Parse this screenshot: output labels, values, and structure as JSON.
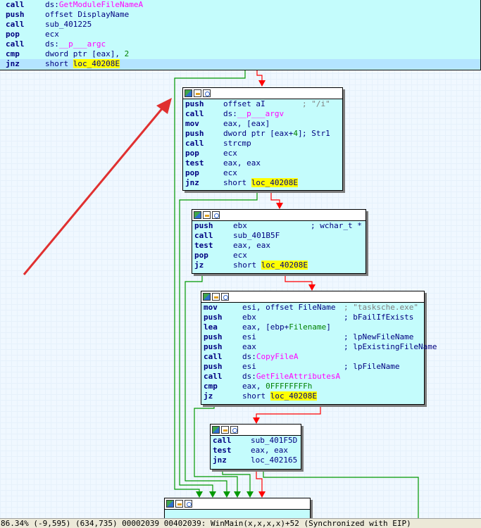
{
  "blocks": {
    "top": [
      {
        "mnemonic": "call",
        "operand": "ds:",
        "fn": "GetModuleFileNameA"
      },
      {
        "mnemonic": "push",
        "operand": "offset DisplayName"
      },
      {
        "mnemonic": "call",
        "operand": "sub_401225"
      },
      {
        "mnemonic": "pop",
        "operand": "ecx"
      },
      {
        "mnemonic": "call",
        "operand": "ds:",
        "fn": "__p___argc"
      },
      {
        "mnemonic": "cmp",
        "operand": "dword ptr [eax], ",
        "num": "2"
      },
      {
        "mnemonic": "jnz",
        "operand": "short ",
        "loc": "loc_40208E"
      }
    ],
    "b1": [
      {
        "mnemonic": "push",
        "operand": "offset aI",
        "comment": "; \"/i\""
      },
      {
        "mnemonic": "call",
        "operand": "ds:",
        "fn": "__p___argv"
      },
      {
        "mnemonic": "mov",
        "operand": "eax, [eax]"
      },
      {
        "mnemonic": "push",
        "operand": "dword ptr [eax+",
        "num": "4",
        "tail": "]",
        "comment": "; Str1"
      },
      {
        "mnemonic": "call",
        "operand": "strcmp"
      },
      {
        "mnemonic": "pop",
        "operand": "ecx"
      },
      {
        "mnemonic": "test",
        "operand": "eax, eax"
      },
      {
        "mnemonic": "pop",
        "operand": "ecx"
      },
      {
        "mnemonic": "jnz",
        "operand": "short ",
        "loc": "loc_40208E"
      }
    ],
    "b2": [
      {
        "mnemonic": "push",
        "operand": "ebx",
        "comment": "; wchar_t *"
      },
      {
        "mnemonic": "call",
        "operand": "sub_401B5F"
      },
      {
        "mnemonic": "test",
        "operand": "eax, eax"
      },
      {
        "mnemonic": "pop",
        "operand": "ecx"
      },
      {
        "mnemonic": "jz",
        "operand": "short ",
        "loc": "loc_40208E"
      }
    ],
    "b3": [
      {
        "mnemonic": "mov",
        "operand": "esi, offset FileName",
        "comment": "; \"tasksche.exe\""
      },
      {
        "mnemonic": "push",
        "operand": "ebx",
        "comment": "; bFailIfExists"
      },
      {
        "mnemonic": "lea",
        "operand": "eax, [ebp+",
        "num": "Filename",
        "tail": "]"
      },
      {
        "mnemonic": "push",
        "operand": "esi",
        "comment": "; lpNewFileName"
      },
      {
        "mnemonic": "push",
        "operand": "eax",
        "comment": "; lpExistingFileName"
      },
      {
        "mnemonic": "call",
        "operand": "ds:",
        "fn": "CopyFileA"
      },
      {
        "mnemonic": "push",
        "operand": "esi",
        "comment": "; lpFileName"
      },
      {
        "mnemonic": "call",
        "operand": "ds:",
        "fn": "GetFileAttributesA"
      },
      {
        "mnemonic": "cmp",
        "operand": "eax, ",
        "num": "0FFFFFFFFh"
      },
      {
        "mnemonic": "jz",
        "operand": "short ",
        "loc": "loc_40208E"
      }
    ],
    "b4": [
      {
        "mnemonic": "call",
        "operand": "sub_401F5D"
      },
      {
        "mnemonic": "test",
        "operand": "eax, eax"
      },
      {
        "mnemonic": "jnz",
        "operand": "loc_402165"
      }
    ]
  },
  "status": {
    "text": "86.34% (-9,595) (634,735) 00002039 00402039: WinMain(x,x,x,x)+52 (Synchronized with EIP)"
  },
  "colors": {
    "block_bg": "#c4fcfc",
    "edge_true": "#009900",
    "edge_false": "#ff0000",
    "annotation_arrow": "#e03030",
    "mnemonic": "#000080",
    "function": "#ff00ff",
    "number": "#008000",
    "label_highlight": "#ffff00"
  }
}
